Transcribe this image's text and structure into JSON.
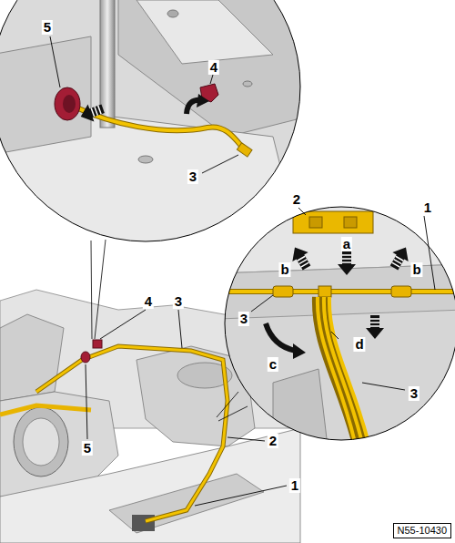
{
  "diagram": {
    "nodes": [
      {
        "text": [
          "N55-10430"
        ]
      }
    ],
    "labels": [
      "5",
      "4",
      "3",
      "2",
      "1",
      "a",
      "b",
      "b",
      "3",
      "c",
      "d",
      "3",
      "4",
      "3",
      "5",
      "2",
      "1"
    ]
  }
}
